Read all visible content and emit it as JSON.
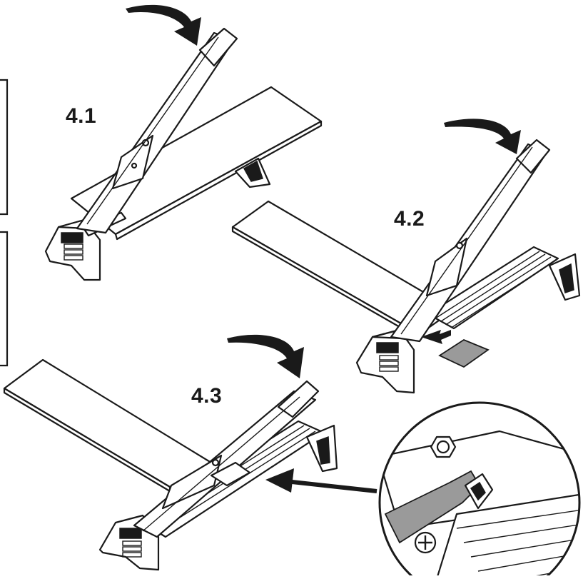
{
  "steps": [
    {
      "label": "4.1"
    },
    {
      "label": "4.2"
    },
    {
      "label": "4.3"
    }
  ],
  "icons": {
    "rotation_arrow": "curved-arrow-icon",
    "pointer_arrow": "straight-arrow-icon"
  },
  "colors": {
    "line": "#1a1a1a",
    "board_cut_piece": "#9a9a9a",
    "background": "#ffffff"
  }
}
